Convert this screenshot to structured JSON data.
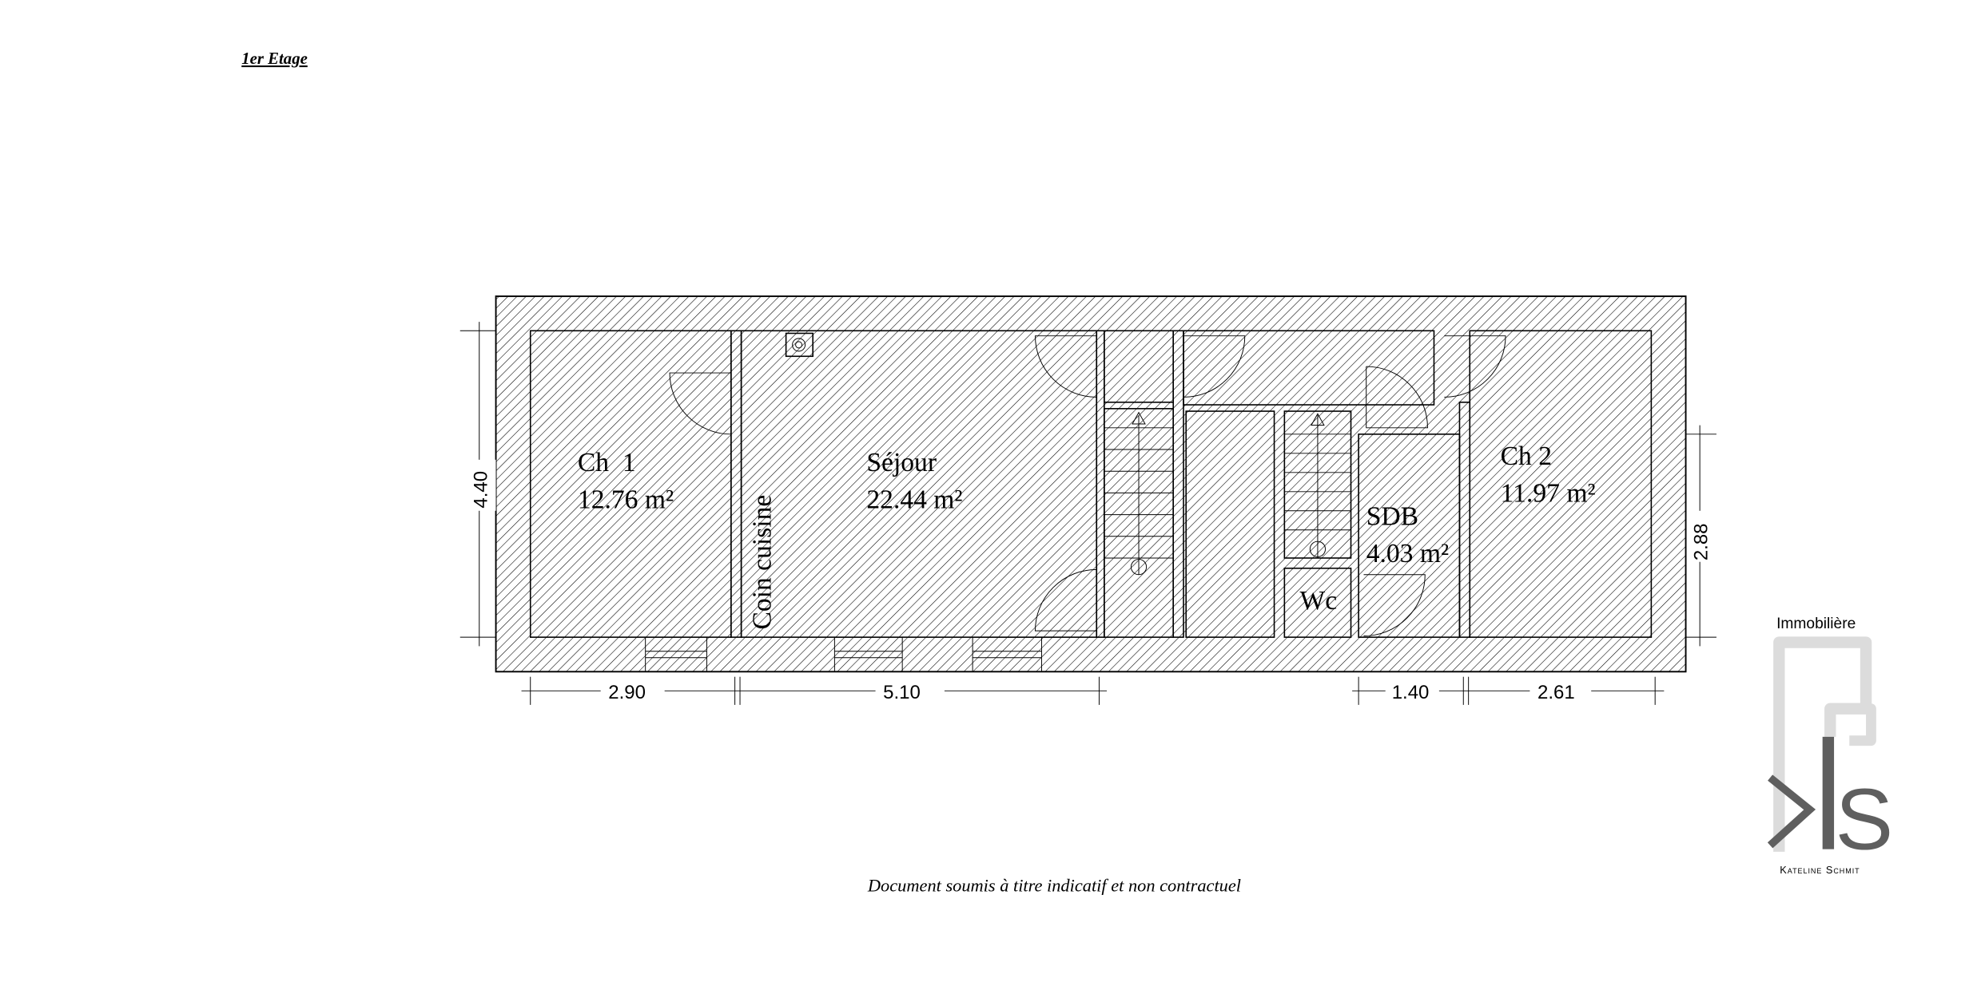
{
  "header": {
    "floor_title": "1er Etage"
  },
  "rooms": [
    {
      "name": "Ch  1",
      "area": "12.76 m²"
    },
    {
      "name": "Séjour",
      "area": "22.44 m²"
    },
    {
      "name": "Coin cuisine"
    },
    {
      "name": "SDB",
      "area": "4.03 m²"
    },
    {
      "name": "Wc"
    },
    {
      "name": "Ch 2",
      "area": "11.97 m²"
    }
  ],
  "dimensions": {
    "left_height": "4.40",
    "right_height": "2.88",
    "bottom": [
      "2.90",
      "5.10",
      "1.40",
      "2.61"
    ]
  },
  "footer": {
    "disclaimer": "Document soumis à titre indicatif et non contractuel"
  },
  "logo": {
    "top_text": "Immobilière",
    "bottom_text": "Kateline Schmit",
    "letters": "kS"
  },
  "colors": {
    "pink_room": "#fde6f1",
    "green_room": "#e9fde7",
    "logo_light": "#dcdcdc",
    "logo_dark": "#5f5f5f"
  }
}
